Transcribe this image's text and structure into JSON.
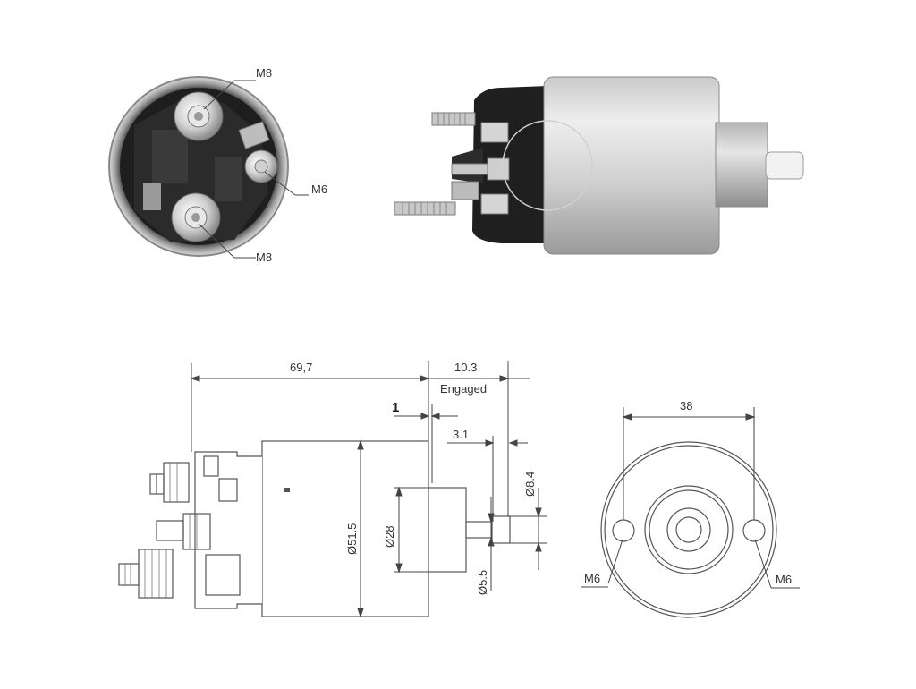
{
  "labels": {
    "top_view_m8_upper": "M8",
    "top_view_m6": "M6",
    "top_view_m8_lower": "M8",
    "dim_length": "69,7",
    "dim_travel": "10.3",
    "dim_engaged": "Engaged",
    "dim_gap": "1",
    "dim_plunger": "3.1",
    "dim_diameter_body": "Ø51.5",
    "dim_diameter_nose": "Ø28",
    "dim_diameter_tip": "Ø8.4",
    "dim_diameter_pin": "Ø5.5",
    "dim_flange_spacing": "38",
    "flange_m6_left": "M6",
    "flange_m6_right": "M6"
  },
  "colors": {
    "line": "#555555",
    "metal_light": "#d8d8d8",
    "metal_mid": "#b0b0b0",
    "metal_dark": "#7a7a7a",
    "bakelite": "#1c1c1c"
  },
  "icons": {
    "front_photo": "solenoid-terminal-face",
    "side_photo": "solenoid-side-view"
  }
}
